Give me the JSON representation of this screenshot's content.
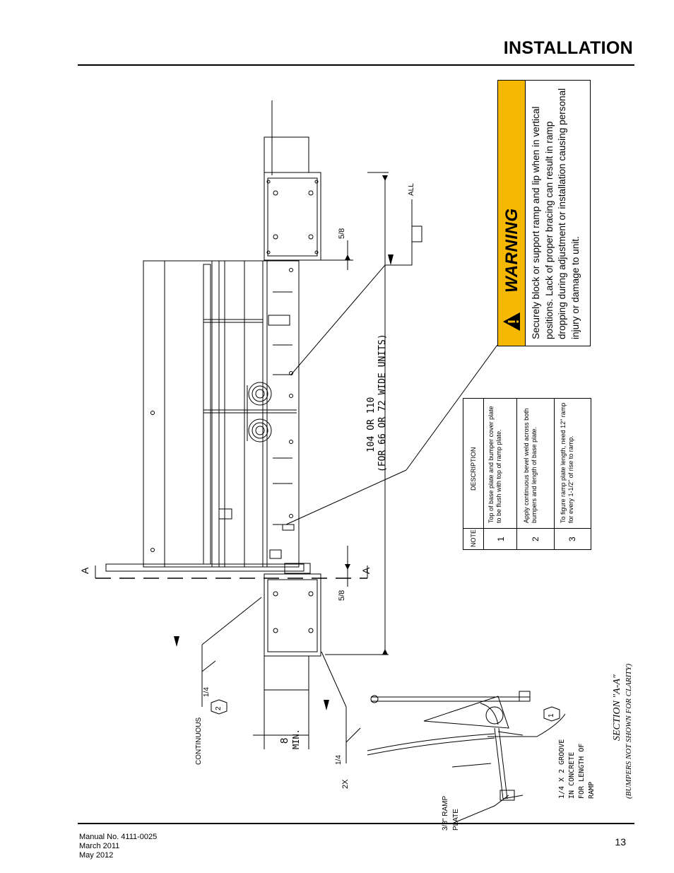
{
  "header": {
    "title": "INSTALLATION"
  },
  "warning": {
    "heading": "WARNING",
    "body": "Securely block or support ramp and lip when in vertical positions. Lack of proper bracing can result in ramp dropping during adjustment or installation causing personal injury or damage to unit."
  },
  "notes_table": {
    "col_note": "NOTE",
    "col_description": "DESCRIPTION",
    "rows": [
      {
        "num": "1",
        "text": "Top of base plate and bumper cover plate to be flush with top of ramp plate."
      },
      {
        "num": "2",
        "text": "Apply continuous bevel weld across both bumpers and length of base plate."
      },
      {
        "num": "3",
        "text": "To figure ramp plate length, need 12\" ramp for every 1-1/2\" of rise to ramp."
      }
    ]
  },
  "drawing": {
    "dim_width": "104 OR 110",
    "dim_width_sub": "(FOR 66 OR 72 WIDE UNITS)",
    "dim_5_8_top": "5/8",
    "dim_5_8_bottom": "5/8",
    "dim_8_min": "8",
    "dim_8_min_sub": "MIN.",
    "weld_all": "ALL",
    "weld_continuous": "CONTINUOUS",
    "weld_quarter_a": "1/4",
    "weld_quarter_b": "1/4",
    "weld_2x": "2X",
    "callout_2": "2",
    "callout_1": "1",
    "section_marker_left": "A",
    "section_marker_right": "A",
    "ramp_plate_label": "3/8\" RAMP",
    "ramp_plate_label2": "PLATE",
    "groove_label": "1/4 X 2 GROOVE",
    "groove_label2": "IN CONCRETE",
    "groove_label3": "FOR LENGTH OF",
    "groove_label4": "RAMP",
    "section_title": "SECTION \"A-A\"",
    "section_note": "(BUMPERS NOT SHOWN FOR CLARITY)"
  },
  "footer": {
    "manual": "Manual No. 4111-0025",
    "date1": "March 2011",
    "date2": "May 2012",
    "page": "13"
  },
  "colors": {
    "warning_yellow": "#f6b800"
  }
}
